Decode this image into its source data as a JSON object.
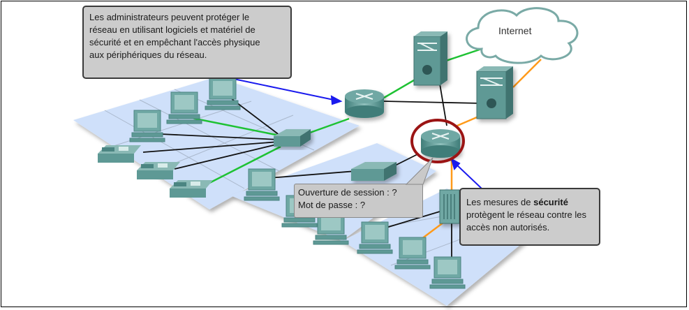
{
  "diagram": {
    "callouts": {
      "admin": {
        "lines": [
          "Les administrateurs peuvent protéger le",
          "réseau en utilisant logiciels et matériel de",
          "sécurité et en empêchant l'accès physique",
          "aux périphériques du réseau."
        ]
      },
      "security": {
        "line1_prefix": "Les mesures de ",
        "line1_bold": "sécurité",
        "line2": "protègent le réseau contre les",
        "line3": "accès non autorisés."
      },
      "login": {
        "username_prompt": "Ouverture de session : ?",
        "password_prompt": "Mot de passe : ?"
      }
    },
    "cloud_label": "Internet",
    "colors": {
      "green_link": "#1ec233",
      "orange_link": "#ff9a1a",
      "black_link": "#111111",
      "blue_arrow": "#1a1aee",
      "highlight_ring": "#9b1414",
      "device_teal": "#5e9995",
      "floor_blue": "#cfe0fa"
    },
    "nodes": [
      {
        "type": "cloud",
        "label": "Internet"
      },
      {
        "type": "multilayer-switch",
        "id": "core-switch-1"
      },
      {
        "type": "multilayer-switch",
        "id": "core-switch-2"
      },
      {
        "type": "router",
        "id": "router-left"
      },
      {
        "type": "router",
        "id": "router-secured",
        "highlighted": true
      },
      {
        "type": "switch",
        "id": "access-switch-1"
      },
      {
        "type": "switch",
        "id": "access-switch-2"
      },
      {
        "type": "firewall",
        "id": "server-rack"
      }
    ]
  }
}
